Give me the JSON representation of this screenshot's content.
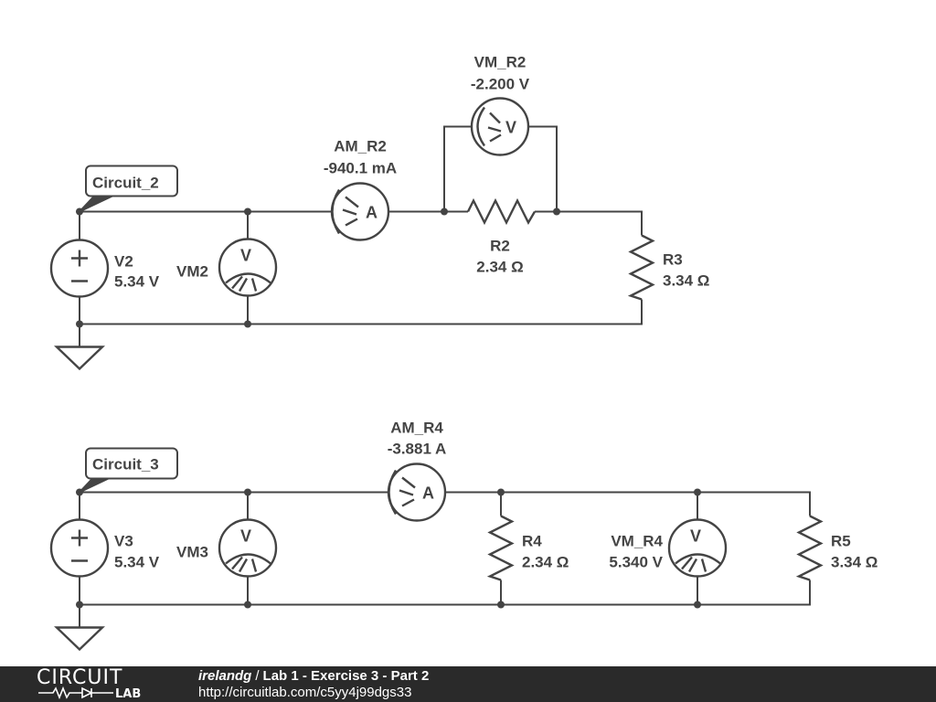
{
  "circuit_2": {
    "tag": "Circuit_2",
    "source": {
      "name": "V2",
      "value": "5.34 V",
      "plus": "+",
      "minus": "−"
    },
    "voltmeter": {
      "name": "VM2",
      "letter": "V"
    },
    "ammeter": {
      "name": "AM_R2",
      "reading": "-940.1 mA",
      "letter": "A"
    },
    "voltmeter_r2": {
      "name": "VM_R2",
      "reading": "-2.200 V",
      "letter": "V"
    },
    "r2": {
      "name": "R2",
      "value": "2.34 Ω"
    },
    "r3": {
      "name": "R3",
      "value": "3.34 Ω"
    }
  },
  "circuit_3": {
    "tag": "Circuit_3",
    "source": {
      "name": "V3",
      "value": "5.34 V",
      "plus": "+",
      "minus": "−"
    },
    "voltmeter": {
      "name": "VM3",
      "letter": "V"
    },
    "ammeter": {
      "name": "AM_R4",
      "reading": "-3.881 A",
      "letter": "A"
    },
    "r4": {
      "name": "R4",
      "value": "2.34 Ω"
    },
    "voltmeter_r4": {
      "name": "VM_R4",
      "reading": "5.340 V",
      "letter": "V"
    },
    "r5": {
      "name": "R5",
      "value": "3.34 Ω"
    }
  },
  "footer": {
    "logo_top": "CIRCUIT",
    "logo_bottom": "LAB",
    "user": "irelandg",
    "separator": "/",
    "title": "Lab 1 - Exercise 3 - Part 2",
    "url": "http://circuitlab.com/c5yy4j99dgs33"
  },
  "colors": {
    "ink": "#444444",
    "footer_bg": "#2a2a2a"
  }
}
